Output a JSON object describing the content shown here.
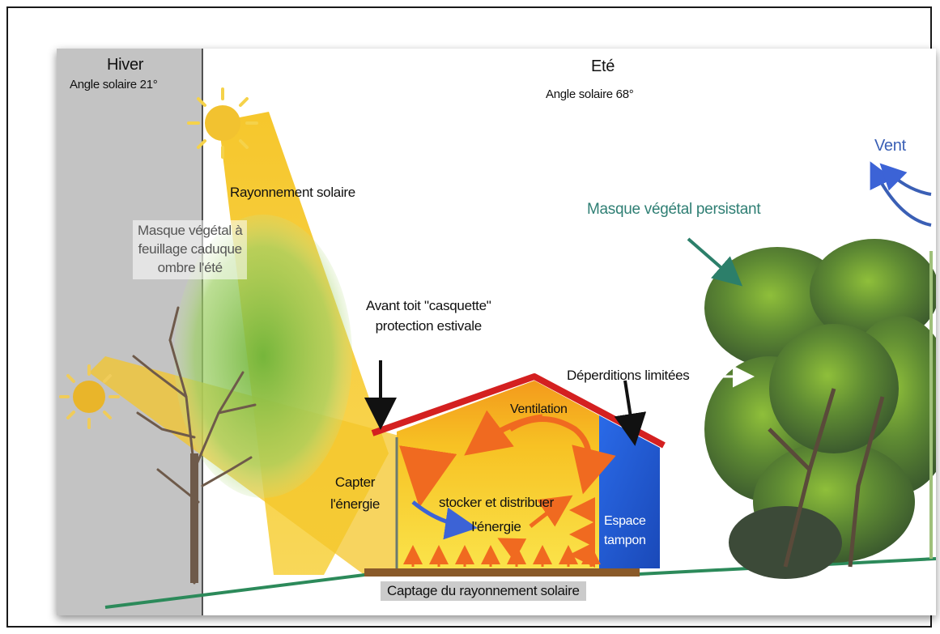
{
  "labels": {
    "winter_title": "Hiver",
    "winter_angle": "Angle solaire 21°",
    "summer_title": "Eté",
    "summer_angle": "Angle solaire 68°",
    "solar_radiation": "Rayonnement solaire",
    "deciduous_mask": "Masque végétal à\nfeuillage caduque\nombre l'été",
    "roof_overhang": "Avant toit \"casquette\"\nprotection estivale",
    "ventilation": "Ventilation",
    "losses": "Déperditions limitées",
    "evergreen_mask": "Masque végétal persistant",
    "wind": "Vent",
    "capture_energy": "Capter\nl'énergie",
    "store_distribute": "stocker et distribuer\nl'énergie",
    "buffer_space": "Espace\ntampon",
    "solar_capture": "Captage du rayonnement solaire"
  },
  "colors": {
    "winter_panel": "#c3c3c3",
    "sun": "#f2c230",
    "sun_rays": "#f5d24a",
    "beam": "#f7c81e",
    "house_fill": "#f9d92c",
    "house_hot": "#f28a1c",
    "roof": "#d42020",
    "buffer": "#1f5fd8",
    "arrows_heat": "#f06a20",
    "arrow_cold": "#3c63d6",
    "arrow_mint": "#b9efd6",
    "tree_green": "#4f7a3a",
    "ground": "#2c8a5a",
    "teal_text": "#2f7f74",
    "wind_blue": "#3a5fb5"
  }
}
